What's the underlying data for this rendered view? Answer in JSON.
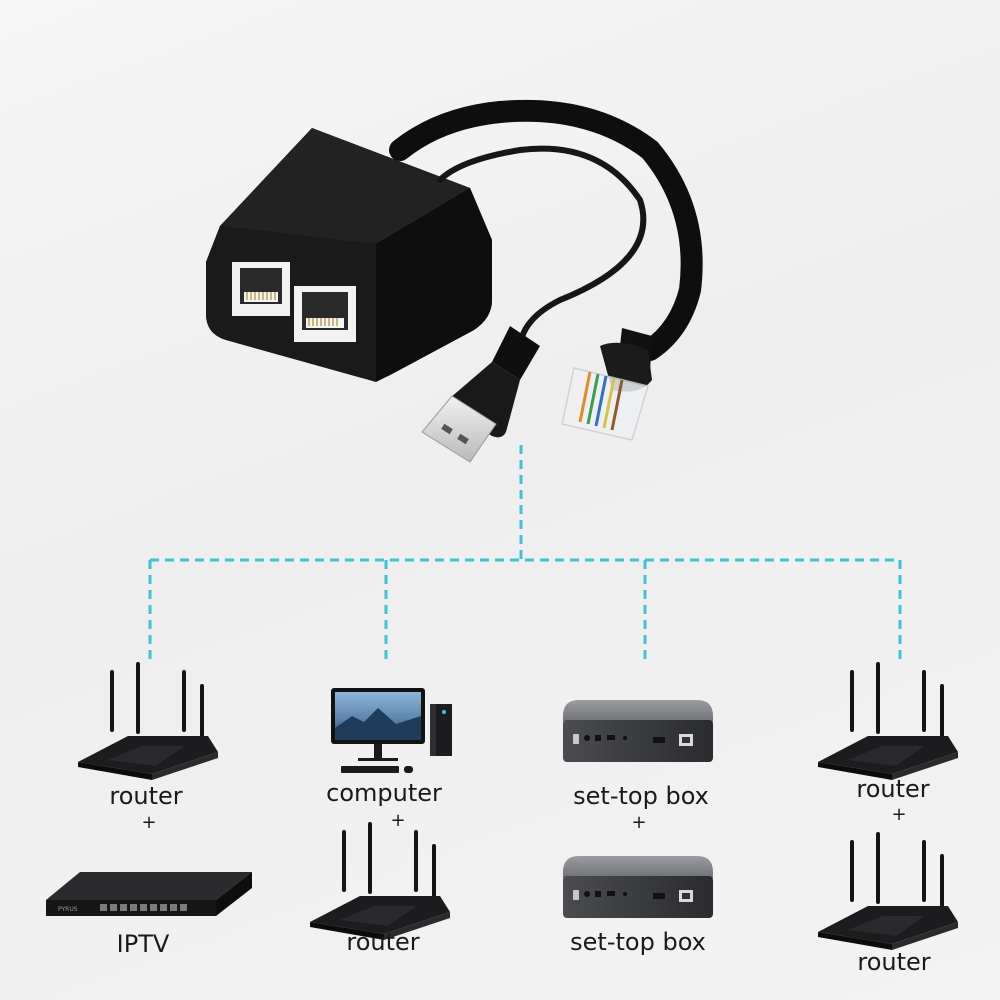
{
  "accent_color": "#3fc3d6",
  "columns": [
    {
      "top_label": "router",
      "plus": "+",
      "bottom_label": "IPTV"
    },
    {
      "top_label": "computer",
      "plus": "+",
      "bottom_label": "router"
    },
    {
      "top_label": "set-top box",
      "plus": "+",
      "bottom_label": "set-top box"
    },
    {
      "top_label": "router",
      "plus": "+",
      "bottom_label": "router"
    }
  ],
  "iptv_brand": "PYRUS",
  "icons": [
    "ethernet-splitter-icon",
    "usb-plug-icon",
    "rj45-plug-icon",
    "router-icon",
    "computer-icon",
    "set-top-box-icon",
    "iptv-rack-icon"
  ]
}
